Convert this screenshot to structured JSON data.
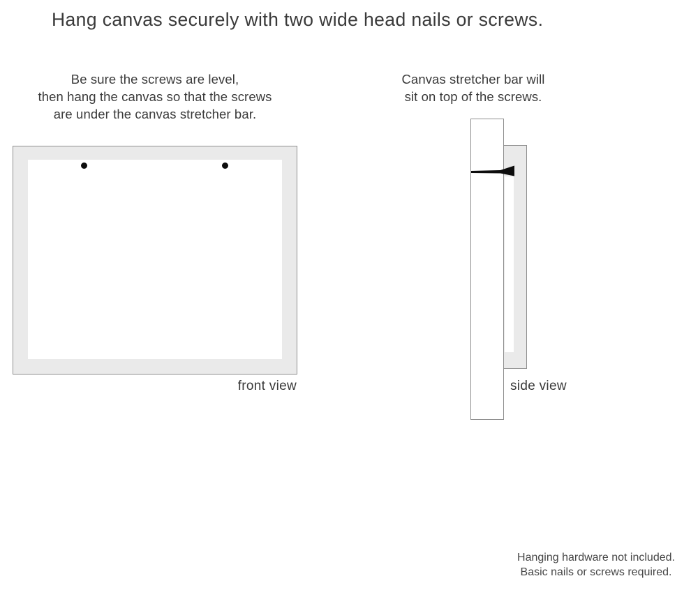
{
  "title": "Hang canvas securely with two wide head nails or screws.",
  "front_view": {
    "instruction_lines": [
      "Be sure the screws are level,",
      "then hang the canvas so that the screws",
      "are under the canvas stretcher bar."
    ],
    "label": "front view",
    "screw_count": 2
  },
  "side_view": {
    "instruction_lines": [
      "Canvas stretcher bar will",
      "sit on top of the screws."
    ],
    "label": "side view"
  },
  "footer": {
    "lines": [
      "Hanging hardware not included.",
      "Basic nails or screws required."
    ]
  },
  "colors": {
    "canvas_gray": "#eaeaea",
    "border_gray": "#8f8f8f",
    "text_color": "#3a3a3a",
    "nail_black": "#0d0d0d"
  }
}
